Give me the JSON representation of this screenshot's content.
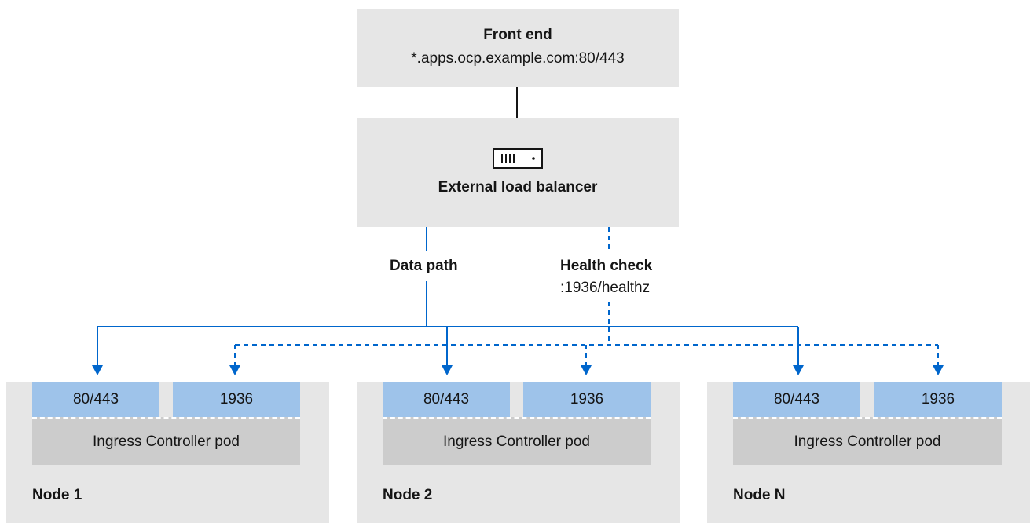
{
  "frontend": {
    "title": "Front end",
    "host": "*.apps.ocp.example.com:80/443"
  },
  "load_balancer": {
    "icon": "server-icon",
    "label": "External load balancer"
  },
  "paths": {
    "data_path": "Data path",
    "health_check": "Health check",
    "health_endpoint": ":1936/healthz"
  },
  "nodes": [
    {
      "label": "Node 1",
      "port_data": "80/443",
      "port_health": "1936",
      "pod": "Ingress Controller pod"
    },
    {
      "label": "Node 2",
      "port_data": "80/443",
      "port_health": "1936",
      "pod": "Ingress Controller pod"
    },
    {
      "label": "Node N",
      "port_data": "80/443",
      "port_health": "1936",
      "pod": "Ingress Controller pod"
    }
  ],
  "colors": {
    "box_gray": "#e6e6e6",
    "pod_gray": "#cccccc",
    "port_blue": "#9ec3ea",
    "arrow_blue": "#0066cc",
    "connector": "#151515"
  }
}
